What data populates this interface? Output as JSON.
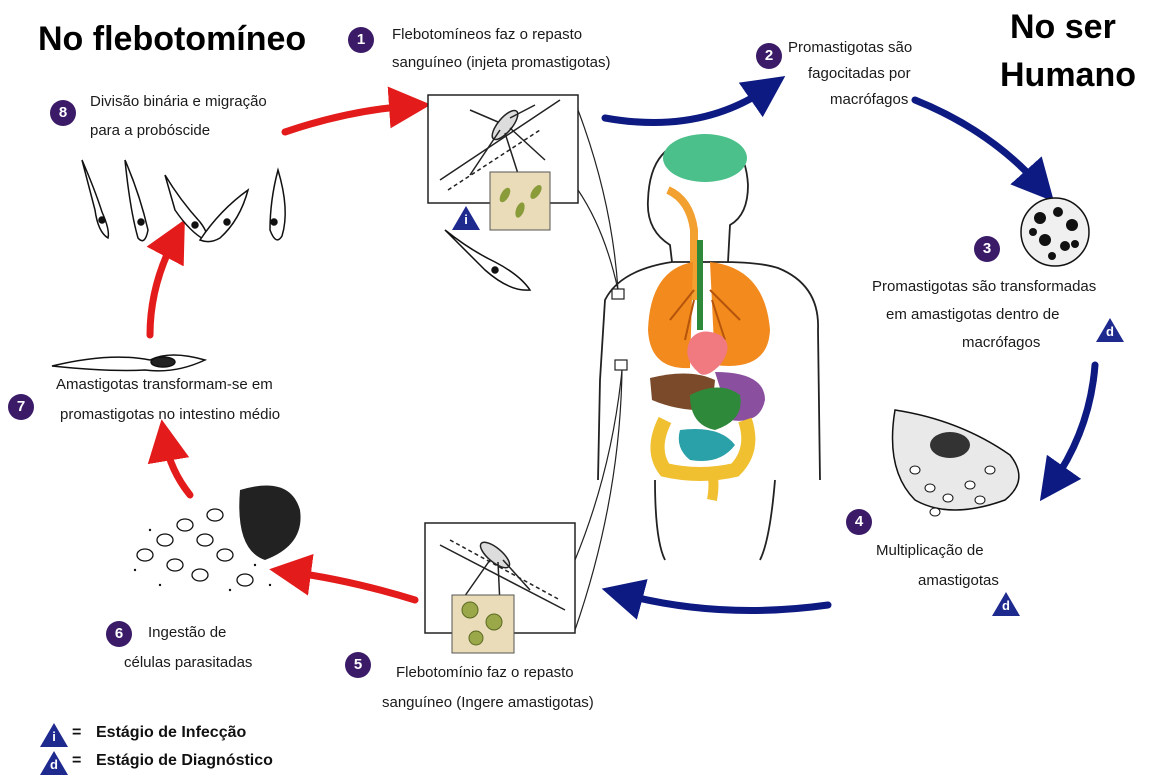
{
  "headings": {
    "left": "No flebotomíneo",
    "right_line1": "No ser",
    "right_line2": "Humano"
  },
  "steps": [
    {
      "number": "1",
      "line1": "Flebotomíneos faz o repasto",
      "line2": "sanguíneo (injeta promastigotas)"
    },
    {
      "number": "2",
      "line1": "Promastigotas são",
      "line2": "fagocitadas por",
      "line3": "macrófagos"
    },
    {
      "number": "3",
      "line1": "Promastigotas são transformadas",
      "line2": "em amastigotas dentro de",
      "line3": "macrófagos"
    },
    {
      "number": "4",
      "line1": "Multiplicação de",
      "line2": "amastigotas"
    },
    {
      "number": "5",
      "line1": "Flebotomínio faz o repasto",
      "line2": "sanguíneo (Ingere amastigotas)"
    },
    {
      "number": "6",
      "line1": "Ingestão de",
      "line2": "células parasitadas"
    },
    {
      "number": "7",
      "line1": "Amastigotas transformam-se em",
      "line2": "promastigotas no intestino médio"
    },
    {
      "number": "8",
      "line1": "Divisão binária e migração",
      "line2": "para a probóscide"
    }
  ],
  "stage_markers": {
    "infection_symbol": "i",
    "diagnostic_symbol": "d"
  },
  "legend": [
    {
      "symbol": "i",
      "equals": "=",
      "label": "Estágio de Infecção"
    },
    {
      "symbol": "d",
      "equals": "=",
      "label": "Estágio de Diagnóstico"
    }
  ],
  "colors": {
    "human_cycle_arrow": "#0d1a82",
    "vector_cycle_arrow": "#e41b1b",
    "badge": "#3b1b68",
    "stage_triangle": "#1f2a8f"
  },
  "icons": {
    "sandfly": "sandfly-icon",
    "human_body": "human-body-icon",
    "promastigote": "promastigote-icon",
    "macrophage": "macrophage-icon",
    "infected_cell": "infected-cell-icon"
  }
}
